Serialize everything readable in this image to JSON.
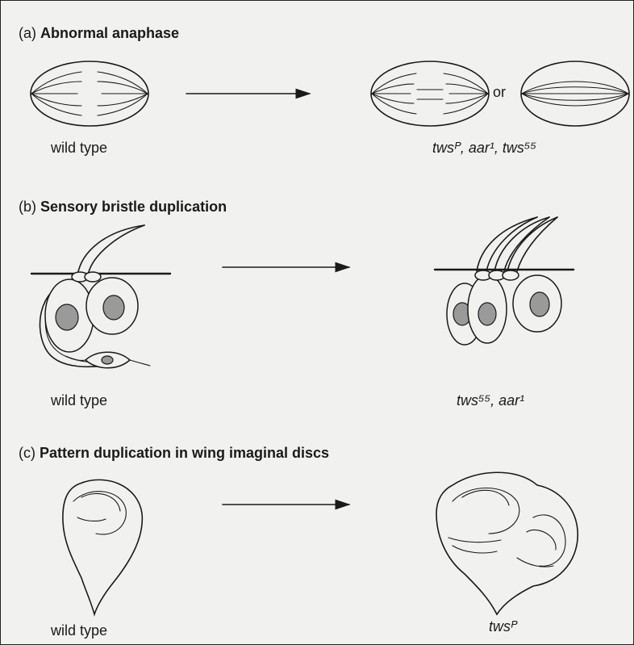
{
  "panels": [
    {
      "label": "(a)",
      "title": "Abnormal anaphase",
      "left_caption": "wild type",
      "right_caption": "twsᴾ, aar¹, tws⁵⁵",
      "connector": "or"
    },
    {
      "label": "(b)",
      "title": "Sensory bristle duplication",
      "left_caption": "wild type",
      "right_caption": "tws⁵⁵, aar¹"
    },
    {
      "label": "(c)",
      "title": "Pattern duplication in wing imaginal discs",
      "left_caption": "wild type",
      "right_caption": "twsᴾ"
    }
  ],
  "icons": [
    "arrow-icon",
    "spindle-icon",
    "bristle-icon",
    "wing-disc-icon"
  ]
}
